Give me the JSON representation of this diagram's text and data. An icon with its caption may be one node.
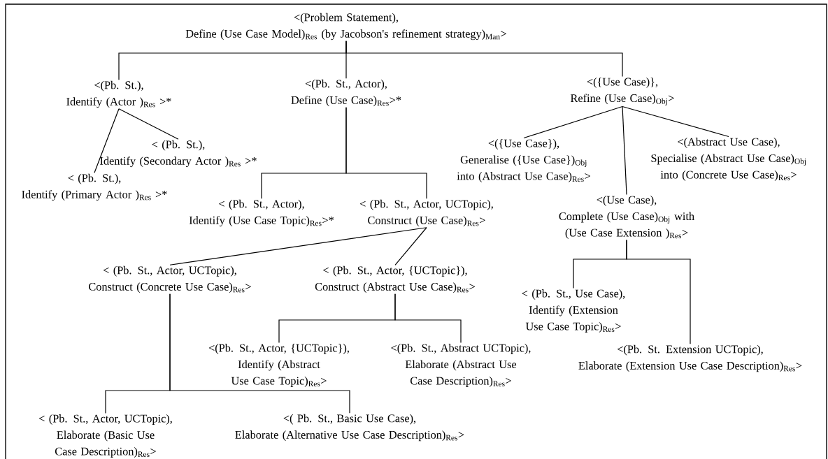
{
  "diagram": {
    "nodes": [
      {
        "text": [
          "<(Problem Statement),",
          "Define (Use Case Model)$_{Res}$ (by Jacobson's refinement strategy)$_{Man}$>"
        ]
      },
      {
        "text": [
          "<(Pb. St.),",
          "Identify (Actor )$_{Res}$ >*"
        ]
      },
      {
        "text": [
          "<(Pb. St., Actor),",
          "Define (Use Case)$_{Res}$>*"
        ]
      },
      {
        "text": [
          "<({Use Case)},",
          "Refine (Use Case)$_{Obj}$>"
        ]
      },
      {
        "text": [
          "< (Pb. St.),",
          "Identify (Secondary Actor )$_{Res}$ >*"
        ]
      },
      {
        "text": [
          "< (Pb. St.),",
          "Identify (Primary Actor )$_{Res}$ >*"
        ]
      },
      {
        "text": [
          "<({Use Case}),",
          "Generalise ({Use Case})$_{Obj}$ into (Abstract Use Case)$_{Res}$>"
        ]
      },
      {
        "text": [
          "<(Abstract Use Case),",
          "Specialise (Abstract Use Case)$_{Obj}$ into (Concrete Use Case)$_{Res}$>"
        ]
      },
      {
        "text": [
          "< (Pb. St., Actor),",
          "Identify (Use Case Topic)$_{Res}$>*"
        ]
      },
      {
        "text": [
          "< (Pb. St., Actor, UCTopic),",
          "Construct (Use Case)$_{Res}$>"
        ]
      },
      {
        "text": [
          "<(Use Case),",
          "Complete (Use Case)$_{Obj}$ with (Use Case Extension )$_{Res}$>"
        ]
      },
      {
        "text": [
          "< (Pb. St., Actor, UCTopic),",
          "Construct (Concrete Use Case)$_{Res}$>"
        ]
      },
      {
        "text": [
          "< (Pb. St., Actor, {UCTopic}),",
          "Construct (Abstract Use Case)$_{Res}$>"
        ]
      },
      {
        "text": [
          "< (Pb. St., Use Case),",
          "Identify (Extension Use Case Topic)$_{Res}$>"
        ]
      },
      {
        "text": [
          "<(Pb. St., Actor, {UCTopic}),",
          "Identify (Abstract Use Case Topic)$_{Res}$>"
        ]
      },
      {
        "text": [
          "<(Pb. St., Abstract UCTopic),",
          "Elaborate (Abstract Use Case Description)$_{Res}$>"
        ]
      },
      {
        "text": [
          "<(Pb. St. Extension UCTopic),",
          "Elaborate (Extension Use Case Description)$_{Res}$>"
        ]
      },
      {
        "text": [
          "< (Pb. St., Actor, UCTopic),",
          "Elaborate (Basic Use Case Description)$_{Res}$>"
        ]
      },
      {
        "text": [
          "<( Pb. St., Basic Use Case),",
          "Elaborate  (Alternative Use Case Description)$_{Res}$>"
        ]
      }
    ],
    "edges": [
      {
        "from": 0,
        "to": 1,
        "arrow": "none"
      },
      {
        "from": 0,
        "to": 2,
        "arrow": "none"
      },
      {
        "from": 0,
        "to": 3,
        "arrow": "none"
      },
      {
        "from": 1,
        "to": 5,
        "arrow": "none"
      },
      {
        "from": 1,
        "to": 4,
        "arrow": "none"
      },
      {
        "from": 2,
        "to": 8,
        "arrow": "none"
      },
      {
        "from": 2,
        "to": 9,
        "arrow": "none"
      },
      {
        "from": 3,
        "to": 6,
        "arrow": "none"
      },
      {
        "from": 3,
        "to": 10,
        "arrow": "none"
      },
      {
        "from": 3,
        "to": 7,
        "arrow": "none"
      },
      {
        "from": 9,
        "to": 11,
        "arrow": "none"
      },
      {
        "from": 9,
        "to": 12,
        "arrow": "none"
      },
      {
        "from": 10,
        "to": 13,
        "arrow": "none"
      },
      {
        "from": 10,
        "to": 16,
        "arrow": "none"
      },
      {
        "from": 12,
        "to": 14,
        "arrow": "none"
      },
      {
        "from": 12,
        "to": 15,
        "arrow": "none"
      },
      {
        "from": 11,
        "to": 17,
        "arrow": "none"
      },
      {
        "from": 11,
        "to": 18,
        "arrow": "none"
      }
    ]
  }
}
